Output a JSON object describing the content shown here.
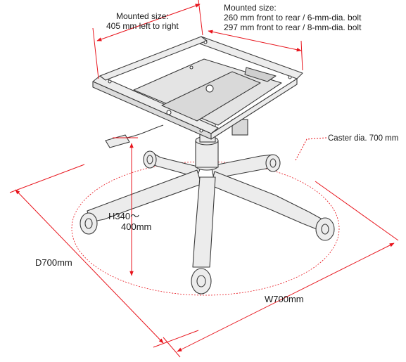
{
  "labels": {
    "mounted_lr": [
      "Mounted size:",
      "405 mm left to right"
    ],
    "mounted_fr": [
      "Mounted size:",
      "260 mm front to rear / 6-mm-dia. bolt",
      "297 mm front to rear / 8-mm-dia. bolt"
    ],
    "caster": "Caster dia. 700 mm",
    "height": [
      "H340〜",
      "400mm"
    ],
    "depth": "D700mm",
    "width": "W700mm"
  },
  "colors": {
    "dimension": "#e8141c",
    "outline": "#3a3a3a",
    "fill": "#ececec",
    "caster_circle": "#e8141c"
  }
}
